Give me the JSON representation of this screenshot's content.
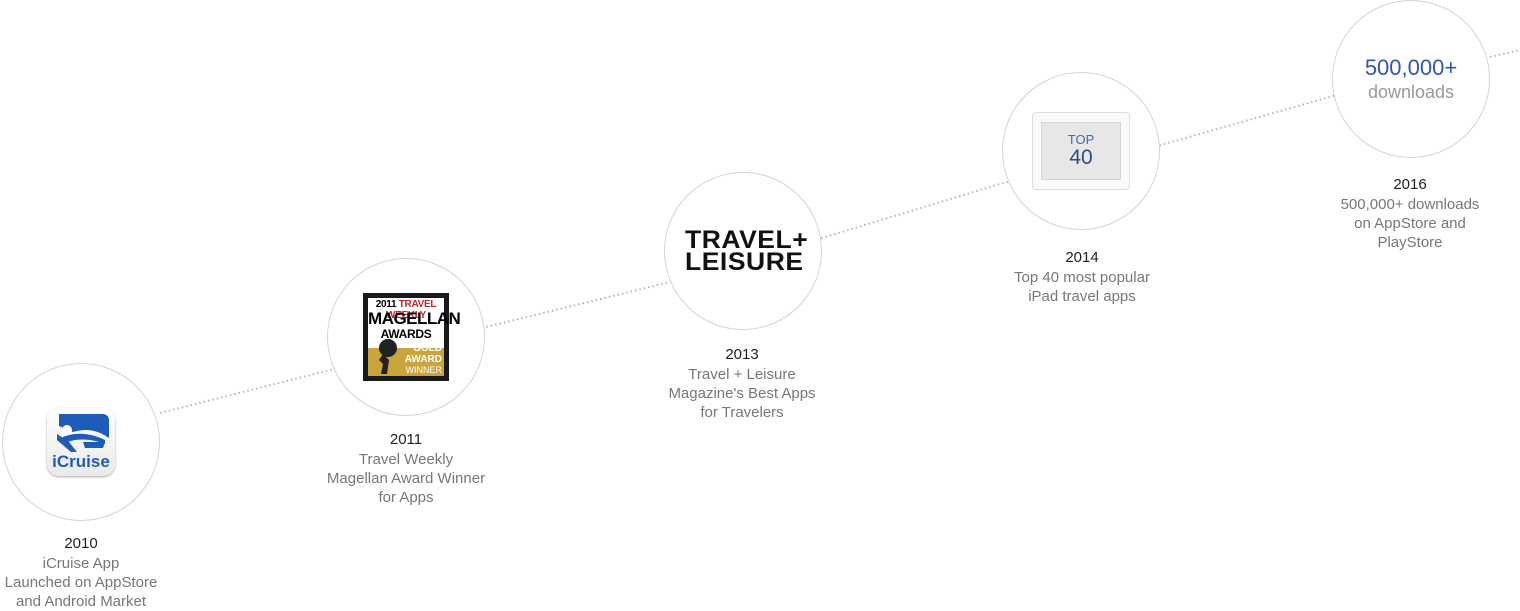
{
  "milestones": [
    {
      "year": "2010",
      "description": "iCruise App\nLaunched on AppStore\nand Android Market",
      "logo": {
        "icon": "icruise-app-icon",
        "wordmark": "iCruise"
      }
    },
    {
      "year": "2011",
      "description": "Travel Weekly\nMagellan Award Winner\nfor Apps",
      "logo": {
        "icon": "magellan-award-badge",
        "top_year": "2011",
        "top_brand": "TRAVEL WEEKLY",
        "title": "MAGELLAN",
        "subtitle": "AWARDS",
        "award": "GOLD AWARD",
        "winner": "WINNER"
      }
    },
    {
      "year": "2013",
      "description": "Travel + Leisure\nMagazine's Best Apps\nfor Travelers",
      "logo": {
        "icon": "travel-leisure-logo",
        "line1": "TRAVEL+",
        "line2": "LEISURE"
      }
    },
    {
      "year": "2014",
      "description": "Top 40 most popular\niPad travel apps",
      "logo": {
        "icon": "top-40-ipad-icon",
        "label": "TOP",
        "number": "40"
      }
    },
    {
      "year": "2016",
      "description": "500,000+ downloads\non AppStore and\nPlayStore",
      "logo": {
        "icon": "downloads-badge",
        "count": "500,000+",
        "unit": "downloads"
      }
    }
  ],
  "colors": {
    "line": "#b5b5b5",
    "circle_border": "#d4d4d4",
    "accent_blue": "#2f57b0",
    "gold": "#c9a53c",
    "award_red": "#c0262c"
  }
}
